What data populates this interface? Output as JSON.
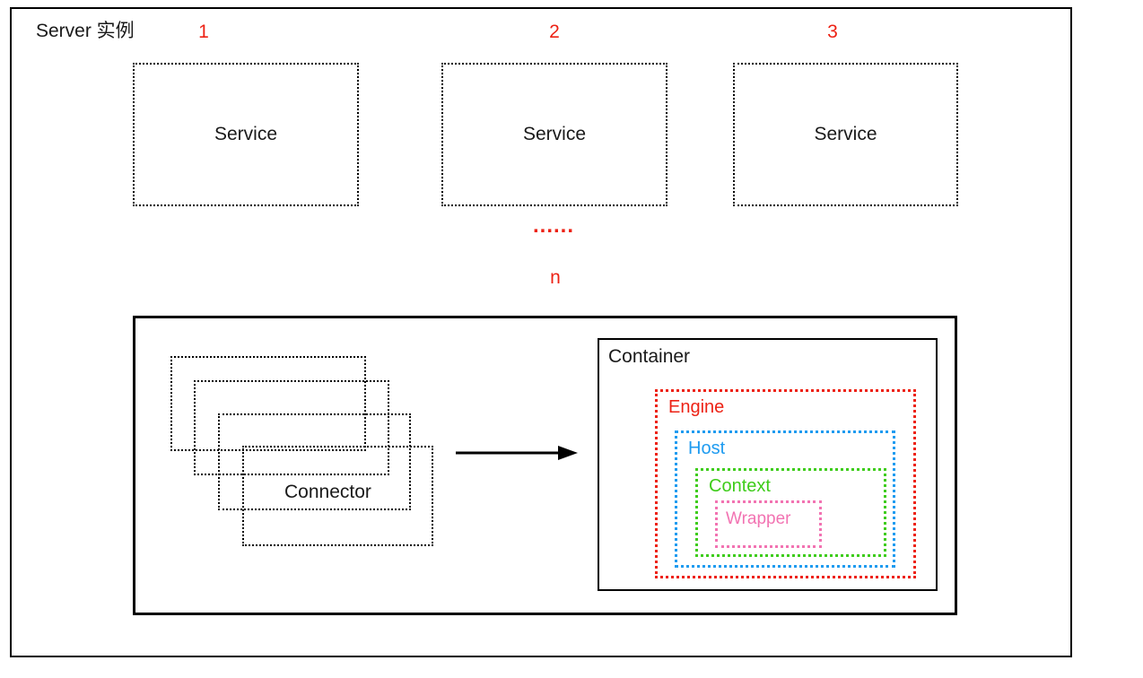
{
  "diagram": {
    "title": "Server 实例",
    "services": [
      {
        "index": "1",
        "label": "Service"
      },
      {
        "index": "2",
        "label": "Service"
      },
      {
        "index": "3",
        "label": "Service"
      }
    ],
    "ellipsis": "......",
    "more_label": "n",
    "connector_label": "Connector",
    "container": {
      "label": "Container",
      "engine_label": "Engine",
      "host_label": "Host",
      "context_label": "Context",
      "wrapper_label": "Wrapper"
    },
    "colors": {
      "red": "#ed2215",
      "blue": "#1e9bf0",
      "green": "#3ecc1a",
      "pink": "#f273b2",
      "line": "#000000"
    }
  }
}
